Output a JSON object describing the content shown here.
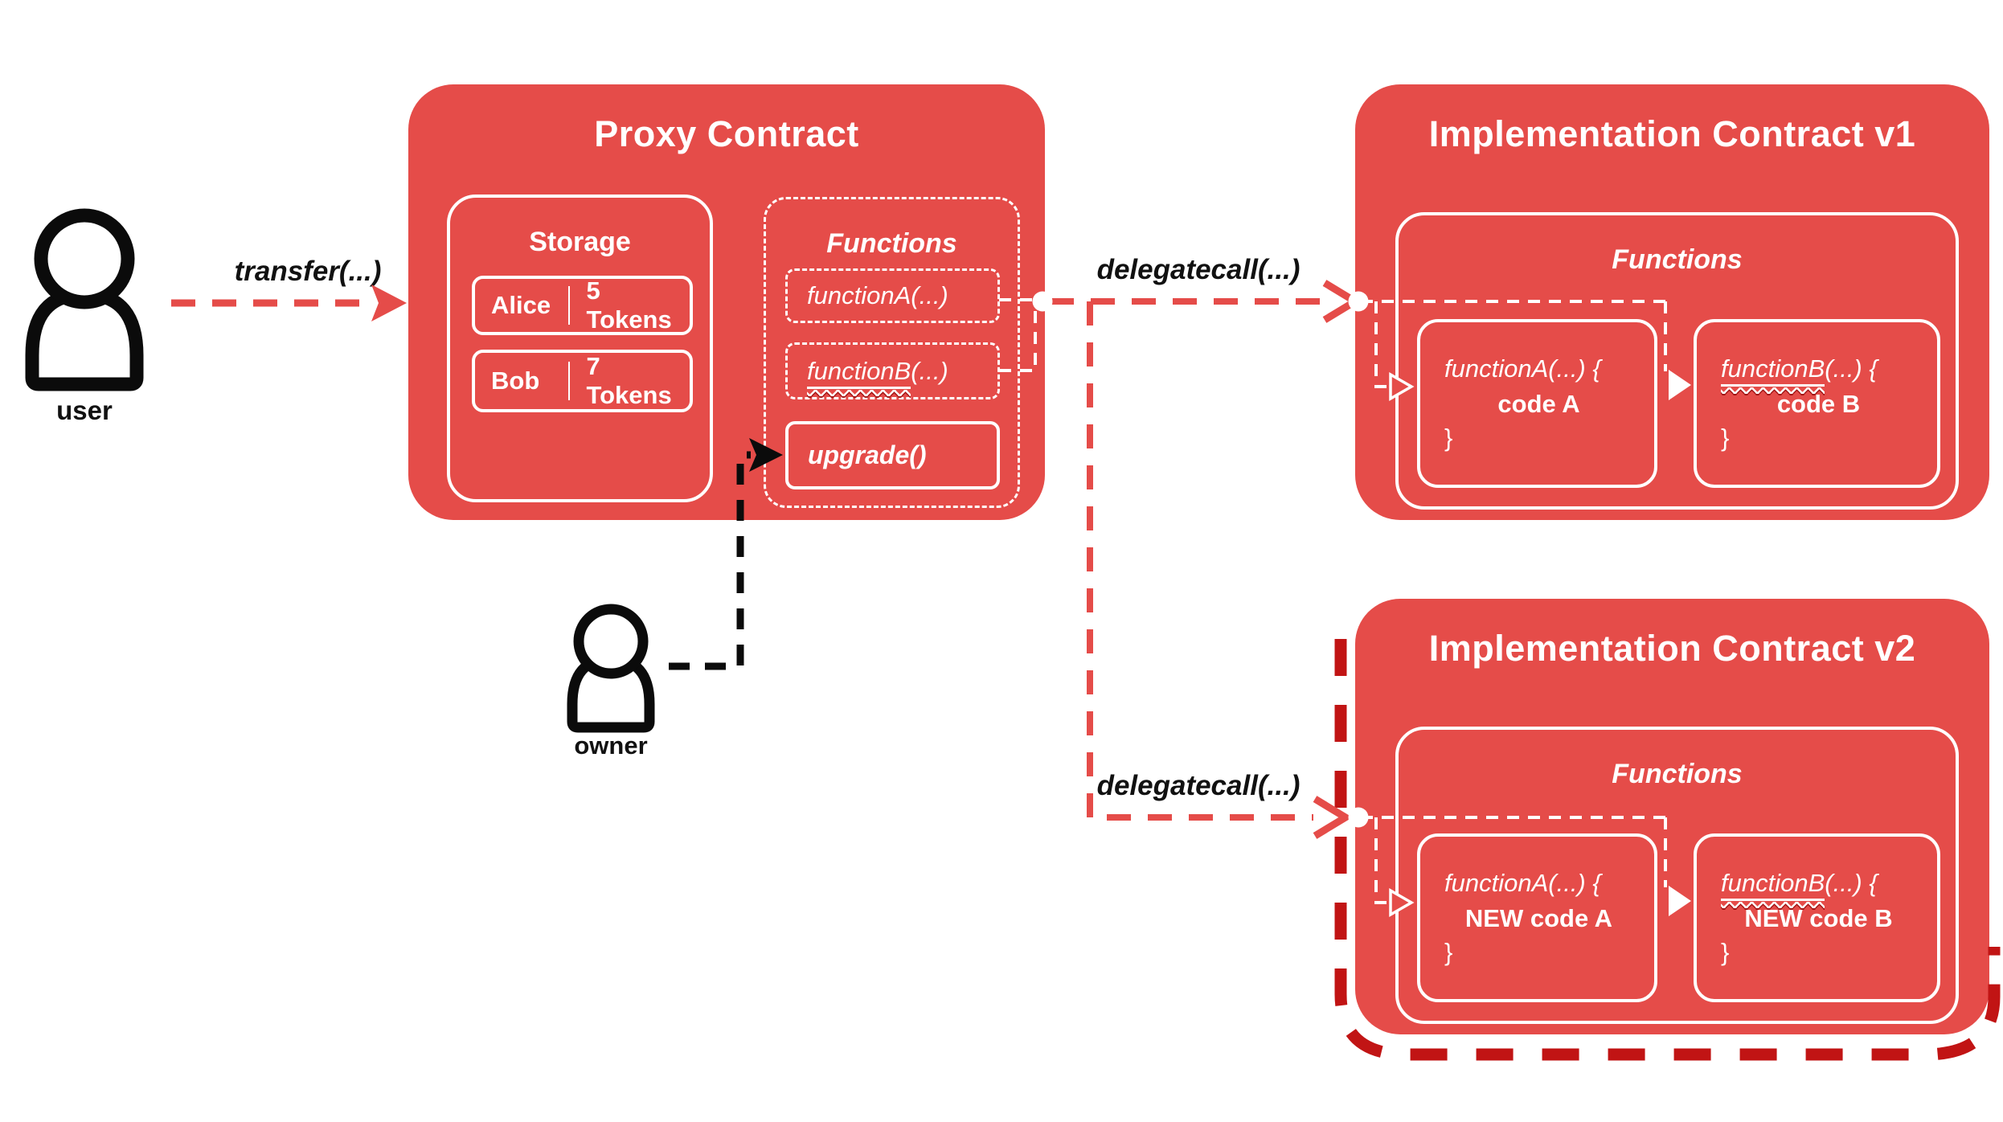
{
  "colors": {
    "primary_red": "#e54c49",
    "dark_red_outline": "#c11414",
    "white": "#ffffff",
    "black": "#111111"
  },
  "actors": {
    "user": {
      "label": "user"
    },
    "owner": {
      "label": "owner"
    }
  },
  "edges": {
    "transfer": {
      "label": "transfer(...)"
    },
    "delegatecall_v1": {
      "label": "delegatecall(...)"
    },
    "delegatecall_v2": {
      "label": "delegatecall(...)"
    }
  },
  "proxy": {
    "title": "Proxy Contract",
    "storage": {
      "title": "Storage",
      "rows": [
        {
          "name": "Alice",
          "value": "5 Tokens"
        },
        {
          "name": "Bob",
          "value": "7 Tokens"
        }
      ]
    },
    "functions": {
      "title": "Functions",
      "function_a": {
        "name": "functionA",
        "args": "(...)"
      },
      "function_b": {
        "name": "functionB",
        "args": "(...)"
      },
      "upgrade": {
        "label": "upgrade()"
      }
    }
  },
  "impl_v1": {
    "title": "Implementation Contract v1",
    "functions": {
      "title": "Functions",
      "function_a": {
        "name": "functionA",
        "args": "(...) {",
        "body": "code A",
        "close": "}"
      },
      "function_b": {
        "name": "functionB",
        "args": "(...) {",
        "body": "code B",
        "close": "}"
      }
    }
  },
  "impl_v2": {
    "title": "Implementation Contract v2",
    "functions": {
      "title": "Functions",
      "function_a": {
        "name": "functionA",
        "args": "(...) {",
        "body": "NEW code A",
        "close": "}"
      },
      "function_b": {
        "name": "functionB",
        "args": "(...) {",
        "body": "NEW code B",
        "close": "}"
      }
    }
  }
}
